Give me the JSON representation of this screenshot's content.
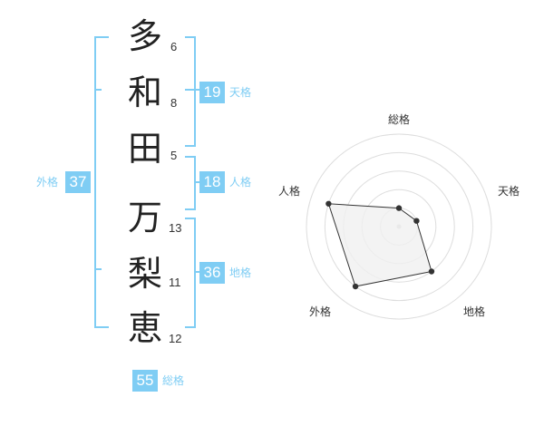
{
  "name": {
    "surname": [
      {
        "char": "多",
        "strokes": "6"
      },
      {
        "char": "和",
        "strokes": "8"
      },
      {
        "char": "田",
        "strokes": "5"
      }
    ],
    "given": [
      {
        "char": "万",
        "strokes": "13"
      },
      {
        "char": "梨",
        "strokes": "11"
      },
      {
        "char": "恵",
        "strokes": "12"
      }
    ]
  },
  "fortune": {
    "tenkaku": {
      "value": "19",
      "label": "天格"
    },
    "jinkaku": {
      "value": "18",
      "label": "人格"
    },
    "chikaku": {
      "value": "36",
      "label": "地格"
    },
    "gaikaku": {
      "value": "37",
      "label": "外格"
    },
    "soukaku": {
      "value": "55",
      "label": "総格"
    }
  },
  "radar": {
    "axes": [
      "総格",
      "天格",
      "地格",
      "外格",
      "人格"
    ],
    "values": [
      1,
      1,
      3,
      4,
      4
    ],
    "max": 5,
    "rings": 5,
    "colors": {
      "grid": "#dddddd",
      "fill": "#f0f0f0",
      "line": "#333333",
      "point": "#333333"
    }
  },
  "colors": {
    "accent": "#7fcdf4"
  }
}
